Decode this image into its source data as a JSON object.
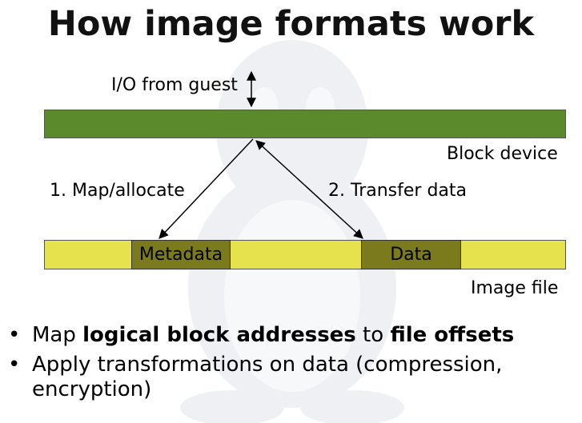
{
  "title": "How image formats work",
  "colors": {
    "block_device": "#5a8a2c",
    "image_file": "#e6e24e",
    "segment": "#7b7a1c",
    "watermark": "#eef0f4"
  },
  "diagram": {
    "io_label": "I/O from guest",
    "block_device_label": "Block device",
    "step1_label": "1. Map/allocate",
    "step2_label": "2. Transfer data",
    "image_file_label": "Image file",
    "metadata_label": "Metadata",
    "data_label": "Data"
  },
  "bullets": [
    {
      "pre": "Map ",
      "bold1": "logical block addresses",
      "mid": " to ",
      "bold2": "file offsets"
    },
    {
      "text": "Apply transformations on data (compression, encryption)"
    }
  ],
  "icons": {
    "watermark": "tux-penguin-watermark-icon",
    "bullet": "bullet-dot-icon"
  }
}
